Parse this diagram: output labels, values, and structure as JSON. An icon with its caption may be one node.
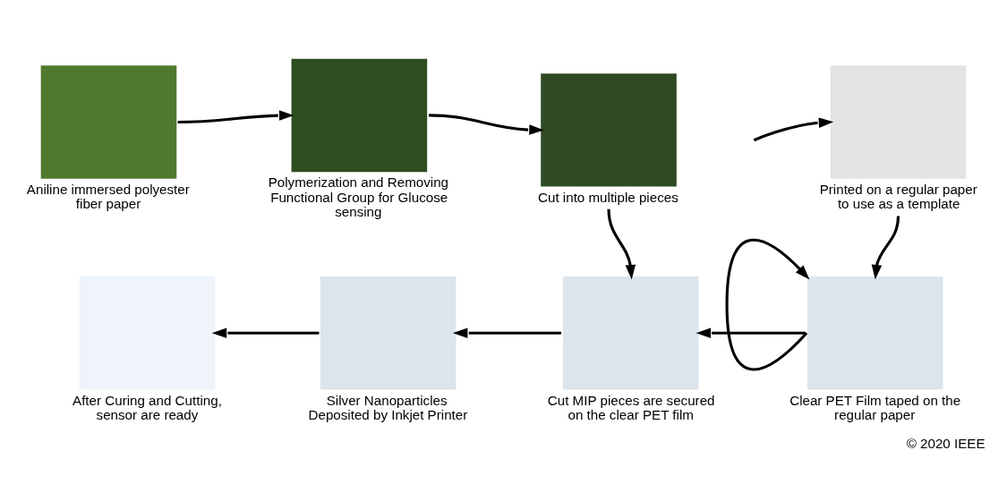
{
  "diagram": {
    "caption": "© 2020 IEEE",
    "nodes": [
      {
        "text": [
          "Aniline immersed polyester fiber paper"
        ]
      },
      {
        "text": [
          "Polymerization and Removing Functional Group for Glucose sensing"
        ]
      },
      {
        "text": [
          "Cut into multiple pieces"
        ]
      },
      {
        "text": [
          "Printed on a regular paper to use as a template"
        ]
      },
      {
        "text": [
          "After Curing and Cutting, sensor are ready"
        ]
      },
      {
        "text": [
          "Silver Nanoparticles Deposited by Inkjet Printer"
        ]
      },
      {
        "text": [
          "Cut MIP pieces are secured on the clear PET film"
        ]
      },
      {
        "text": [
          "Clear PET Film taped on the regular paper"
        ]
      }
    ],
    "edges": [
      {
        "from": 0,
        "to": 1,
        "arrow": "to"
      },
      {
        "from": 1,
        "to": 2,
        "arrow": "to"
      },
      {
        "from": null,
        "to": 3,
        "arrow": "to"
      },
      {
        "from": 2,
        "to": 6,
        "arrow": "to"
      },
      {
        "from": 3,
        "to": 7,
        "arrow": "to"
      },
      {
        "from": 7,
        "to": 7,
        "arrow": "to"
      },
      {
        "from": 7,
        "to": 6,
        "arrow": "to"
      },
      {
        "from": 6,
        "to": 5,
        "arrow": "to"
      },
      {
        "from": 5,
        "to": 4,
        "arrow": "to"
      }
    ]
  }
}
